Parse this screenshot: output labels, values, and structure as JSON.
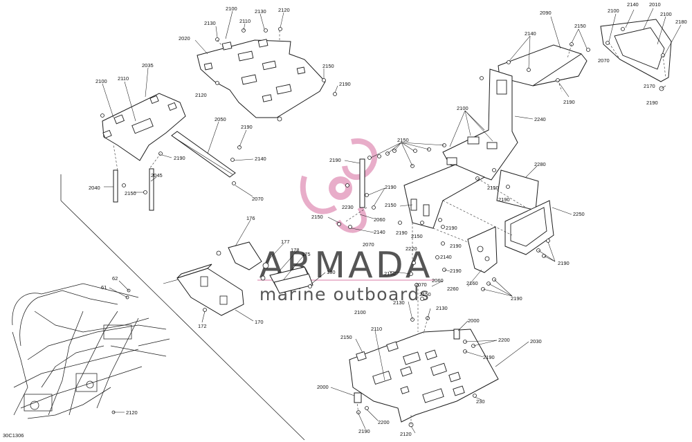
{
  "diagram": {
    "reference_code": "30C1306",
    "watermark": {
      "brand": "ARMADA",
      "tagline": "marine outboards",
      "accent_color": "#e6a5c4",
      "text_color": "#555555"
    },
    "callouts": {
      "c2100": "2100",
      "c2130": "2130",
      "c2120": "2120",
      "c2110": "2110",
      "c2020": "2020",
      "c2035": "2035",
      "c2050": "2050",
      "c2190": "2190",
      "c2140": "2140",
      "c2045": "2045",
      "c2040": "2040",
      "c2150": "2150",
      "c2070": "2070",
      "c2090": "2090",
      "c2010": "2010",
      "c2180": "2180",
      "c2170": "2170",
      "c2240": "2240",
      "c2280": "2280",
      "c2250": "2250",
      "c2230": "2230",
      "c2060": "2060",
      "c2220": "2220",
      "c2260": "2260",
      "c2160": "2160",
      "c2000": "2000",
      "c2200": "2200",
      "c2030": "2030",
      "c176": "176",
      "c177": "177",
      "c178": "178",
      "c175": "175",
      "c180": "180",
      "c170": "170",
      "c172": "172",
      "c62": "62",
      "c61": "61",
      "c230": "230"
    }
  }
}
